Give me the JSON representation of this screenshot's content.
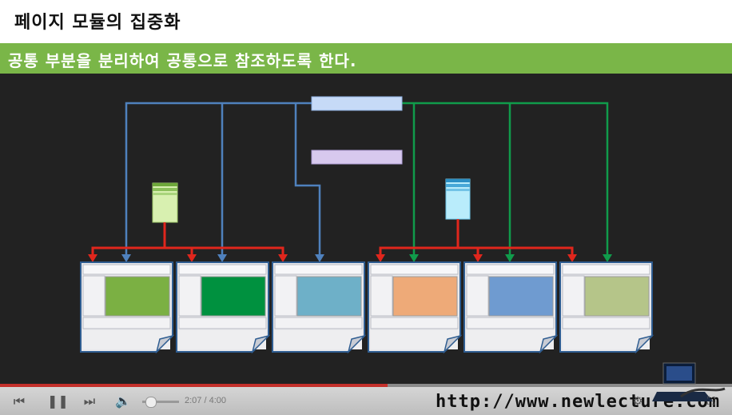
{
  "slide": {
    "title": "페이지 모듈의 집중화",
    "subtitle": "공통 부분을 분리하여 공통으로 참조하도록 한다."
  },
  "diagram": {
    "pages": [
      {
        "name": "page-1",
        "content_color": "#7bb043"
      },
      {
        "name": "page-2",
        "content_color": "#00913f"
      },
      {
        "name": "page-3",
        "content_color": "#6eb0c8"
      },
      {
        "name": "page-4",
        "content_color": "#eeaa78"
      },
      {
        "name": "page-5",
        "content_color": "#6f9bd0"
      },
      {
        "name": "page-6",
        "content_color": "#b5c589"
      }
    ],
    "colors": {
      "blue_line": "#4f81bd",
      "green_line": "#109b4b",
      "red_line": "#e0261c",
      "header_box": "#c6daf7",
      "footer_box": "#d7c9ee",
      "green_module": "#d8f0b0",
      "blue_module": "#b9ecfb"
    }
  },
  "player": {
    "time": "2:07 / 4:00",
    "progress": 0.529,
    "volume": 0.15,
    "watermark": "http://www.newlecture.com"
  },
  "icons": [
    "prev-icon",
    "pause-icon",
    "next-icon",
    "volume-icon",
    "settings-icon",
    "fullscreen-icon"
  ]
}
